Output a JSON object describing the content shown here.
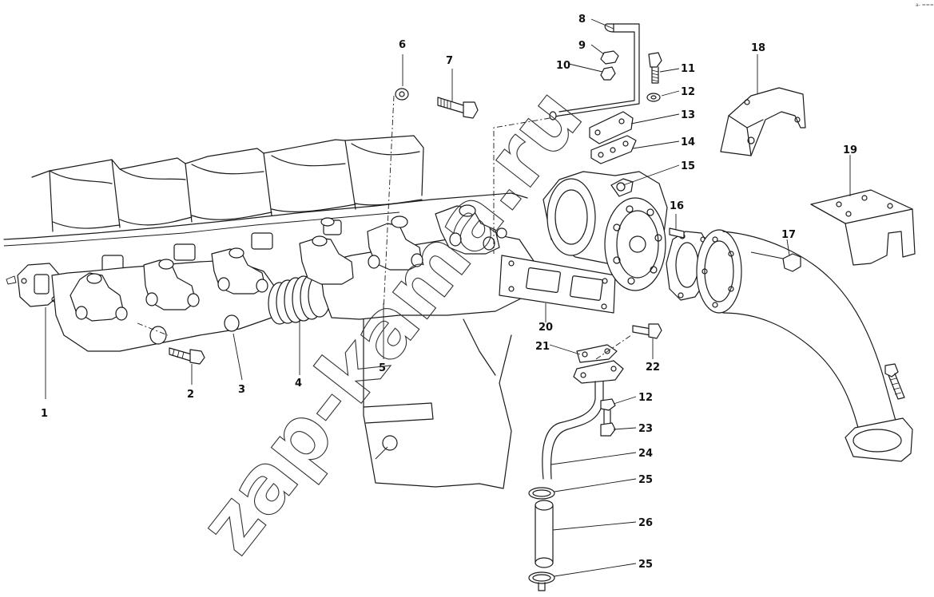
{
  "diagram": {
    "callouts": [
      "1",
      "2",
      "3",
      "4",
      "5",
      "6",
      "7",
      "8",
      "9",
      "10",
      "11",
      "12",
      "13",
      "14",
      "15",
      "16",
      "17",
      "18",
      "19",
      "20",
      "21",
      "22",
      "12",
      "23",
      "24",
      "25",
      "26",
      "25"
    ],
    "watermark": "zap-kama.ru",
    "corner_mark": "a- ==="
  }
}
